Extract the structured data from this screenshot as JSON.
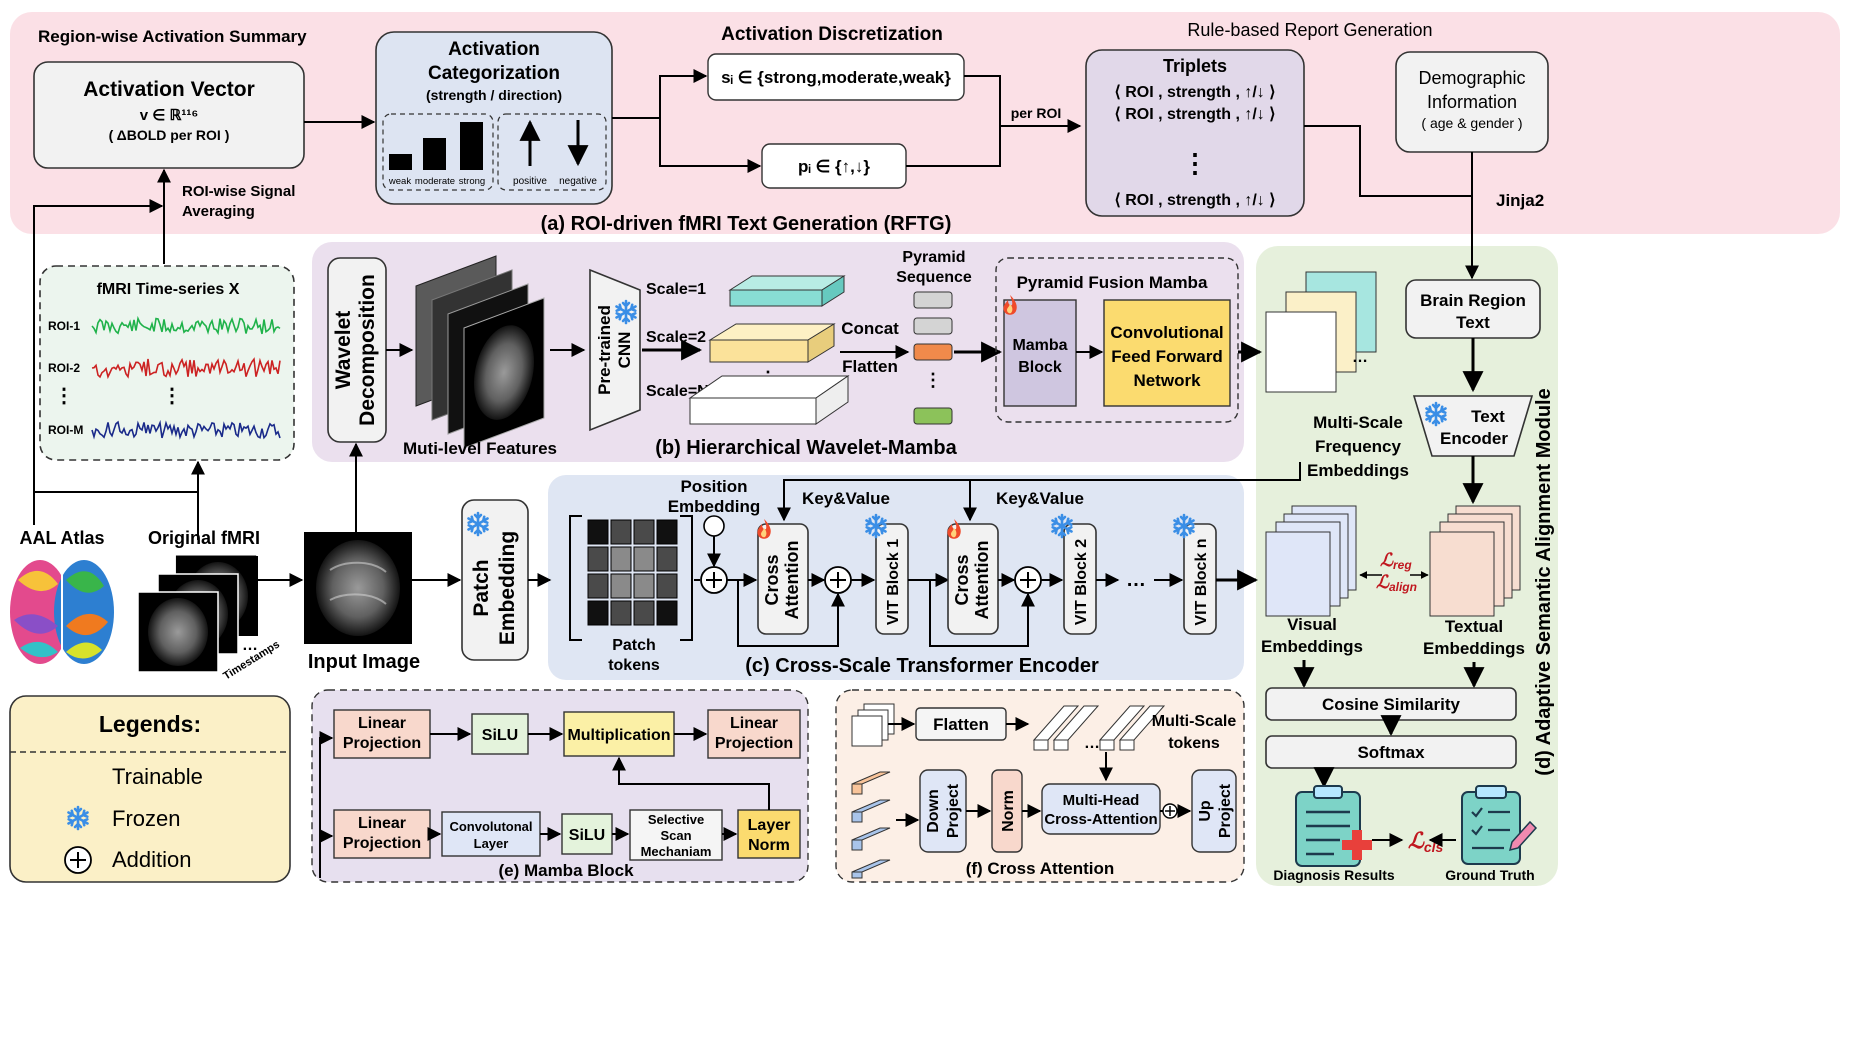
{
  "colors": {
    "panel_a_bg": "#fbe0e6",
    "panel_b_bg": "#ebe0ee",
    "panel_c_bg": "#dfe6f3",
    "panel_d_bg": "#e6f0dc",
    "panel_e_bg": "#e7e0ef",
    "panel_f_bg": "#fcefe6",
    "legend_bg": "#fbf0c7",
    "roi1_signal": "#1fb24a",
    "roi2_signal": "#cc2222",
    "roiM_signal": "#1a2a8a",
    "trainable_flame": "#ef4a2a",
    "frozen_snowflake": "#3a8ee6",
    "loss_text": "#c0171f"
  },
  "panel_a": {
    "caption": "(a) ROI-driven fMRI Text Generation (RFTG)",
    "region_title": "Region-wise Activation Summary",
    "activation_vector": {
      "title": "Activation Vector",
      "formula": "v ∈ ℝ¹¹⁶",
      "note": "( ΔBOLD per ROI )"
    },
    "roi_signal_label_1": "ROI-wise Signal",
    "roi_signal_label_2": "Averaging",
    "categorization": {
      "title_1": "Activation",
      "title_2": "Categorization",
      "subtitle": "(strength / direction)",
      "bar_labels": [
        "weak",
        "moderate",
        "strong"
      ],
      "bar_levels": [
        1,
        2,
        3
      ],
      "arrow_labels": [
        "positive",
        "negative"
      ]
    },
    "discretization_title": "Activation Discretization",
    "strength_set": "sᵢ ∈ {strong,moderate,weak}",
    "direction_set": "pᵢ ∈ {↑,↓}",
    "per_roi": "per ROI",
    "report_title": "Rule-based Report Generation",
    "triplets": {
      "title": "Triplets",
      "rows": [
        "⟨ ROI , strength ,  ↑/↓ ⟩",
        "⟨ ROI , strength ,  ↑/↓ ⟩",
        "⟨ ROI , strength ,  ↑/↓ ⟩"
      ],
      "ellipsis": "⋮"
    },
    "demographic": {
      "line1": "Demographic",
      "line2": "Information",
      "line3": "( age & gender )"
    },
    "jinja": "Jinja2"
  },
  "timeseries": {
    "title": "fMRI Time-series X",
    "roi_labels": [
      "ROI-1",
      "ROI-2",
      "ROI-M"
    ],
    "dots": "⋮"
  },
  "inputs": {
    "aal_atlas": "AAL Atlas",
    "original_fmri": "Original fMRI",
    "timestamps": "Timestamps",
    "input_image": "Input Image"
  },
  "panel_b": {
    "caption": "(b) Hierarchical Wavelet-Mamba",
    "wavelet_1": "Wavelet",
    "wavelet_2": "Decomposition",
    "multilevel": "Muti-level Features",
    "cnn_1": "Pre-trained",
    "cnn_2": "CNN",
    "scales": [
      "Scale=1",
      "Scale=2",
      "Scale=N"
    ],
    "concat": "Concat",
    "flatten": "Flatten",
    "pyramid_seq_1": "Pyramid",
    "pyramid_seq_2": "Sequence",
    "fusion_title": "Pyramid Fusion Mamba",
    "mamba_block_1": "Mamba",
    "mamba_block_2": "Block",
    "cffn_1": "Convolutional",
    "cffn_2": "Feed Forward",
    "cffn_3": "Network",
    "msfe_1": "Multi-Scale",
    "msfe_2": "Frequency",
    "msfe_3": "Embeddings"
  },
  "panel_c": {
    "caption": "(c) Cross-Scale Transformer Encoder",
    "patch_embedding_1": "Patch",
    "patch_embedding_2": "Embedding",
    "position_1": "Position",
    "position_2": "Embedding",
    "patch_tokens_1": "Patch",
    "patch_tokens_2": "tokens",
    "key_value": "Key&Value",
    "cross_1": "Cross",
    "cross_2": "Attention",
    "vit1": "VIT Block 1",
    "vit2": "VIT Block 2",
    "vitn": "VIT Block n",
    "dots": "…"
  },
  "panel_d": {
    "caption": "(d) Adaptive Semantic Alignment Module",
    "brain_region_1": "Brain Region",
    "brain_region_2": "Text",
    "text_encoder_1": "Text",
    "text_encoder_2": "Encoder",
    "visual_1": "Visual",
    "visual_2": "Embeddings",
    "textual_1": "Textual",
    "textual_2": "Embeddings",
    "loss_reg": "ℒ",
    "loss_reg_sub": "reg",
    "loss_align": "ℒ",
    "loss_align_sub": "align",
    "cosine": "Cosine Similarity",
    "softmax": "Softmax",
    "diagnosis": "Diagnosis Results",
    "ground_truth": "Ground Truth",
    "loss_cls": "ℒ",
    "loss_cls_sub": "cls"
  },
  "legend": {
    "title": "Legends:",
    "trainable": "Trainable",
    "frozen": "Frozen",
    "addition": "Addition"
  },
  "panel_e": {
    "caption": "(e) Mamba Block",
    "linear_1": "Linear",
    "linear_2": "Projection",
    "silu": "SiLU",
    "multiplication": "Multiplication",
    "conv_1": "Convolutonal",
    "conv_2": "Layer",
    "ssm_1": "Selective",
    "ssm_2": "Scan",
    "ssm_3": "Mechaniam",
    "layer_norm_1": "Layer",
    "layer_norm_2": "Norm"
  },
  "panel_f": {
    "caption": "(f) Cross Attention",
    "flatten": "Flatten",
    "ms_tokens_1": "Multi-Scale",
    "ms_tokens_2": "tokens",
    "down_1": "Down",
    "down_2": "Project",
    "norm": "Norm",
    "mhca_1": "Multi-Head",
    "mhca_2": "Cross-Attention",
    "up_1": "Up",
    "up_2": "Project",
    "dots": "…"
  }
}
